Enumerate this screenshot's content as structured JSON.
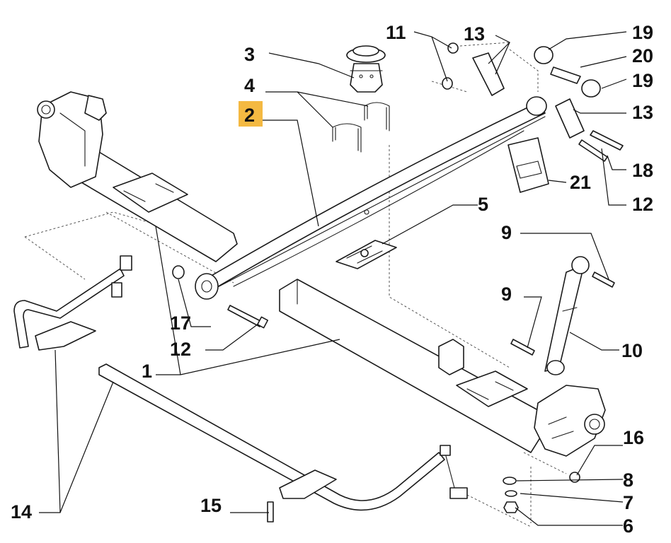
{
  "callouts": {
    "c1": "1",
    "c2": "2",
    "c3": "3",
    "c4": "4",
    "c5": "5",
    "c6": "6",
    "c7": "7",
    "c8": "8",
    "c9a": "9",
    "c9b": "9",
    "c10": "10",
    "c11": "11",
    "c12a": "12",
    "c12b": "12",
    "c13a": "13",
    "c13b": "13",
    "c14": "14",
    "c15": "15",
    "c16": "16",
    "c17": "17",
    "c18": "18",
    "c19a": "19",
    "c19b": "19",
    "c20": "20",
    "c21": "21"
  },
  "highlight": {
    "part": "2",
    "color": "#f4b942"
  }
}
